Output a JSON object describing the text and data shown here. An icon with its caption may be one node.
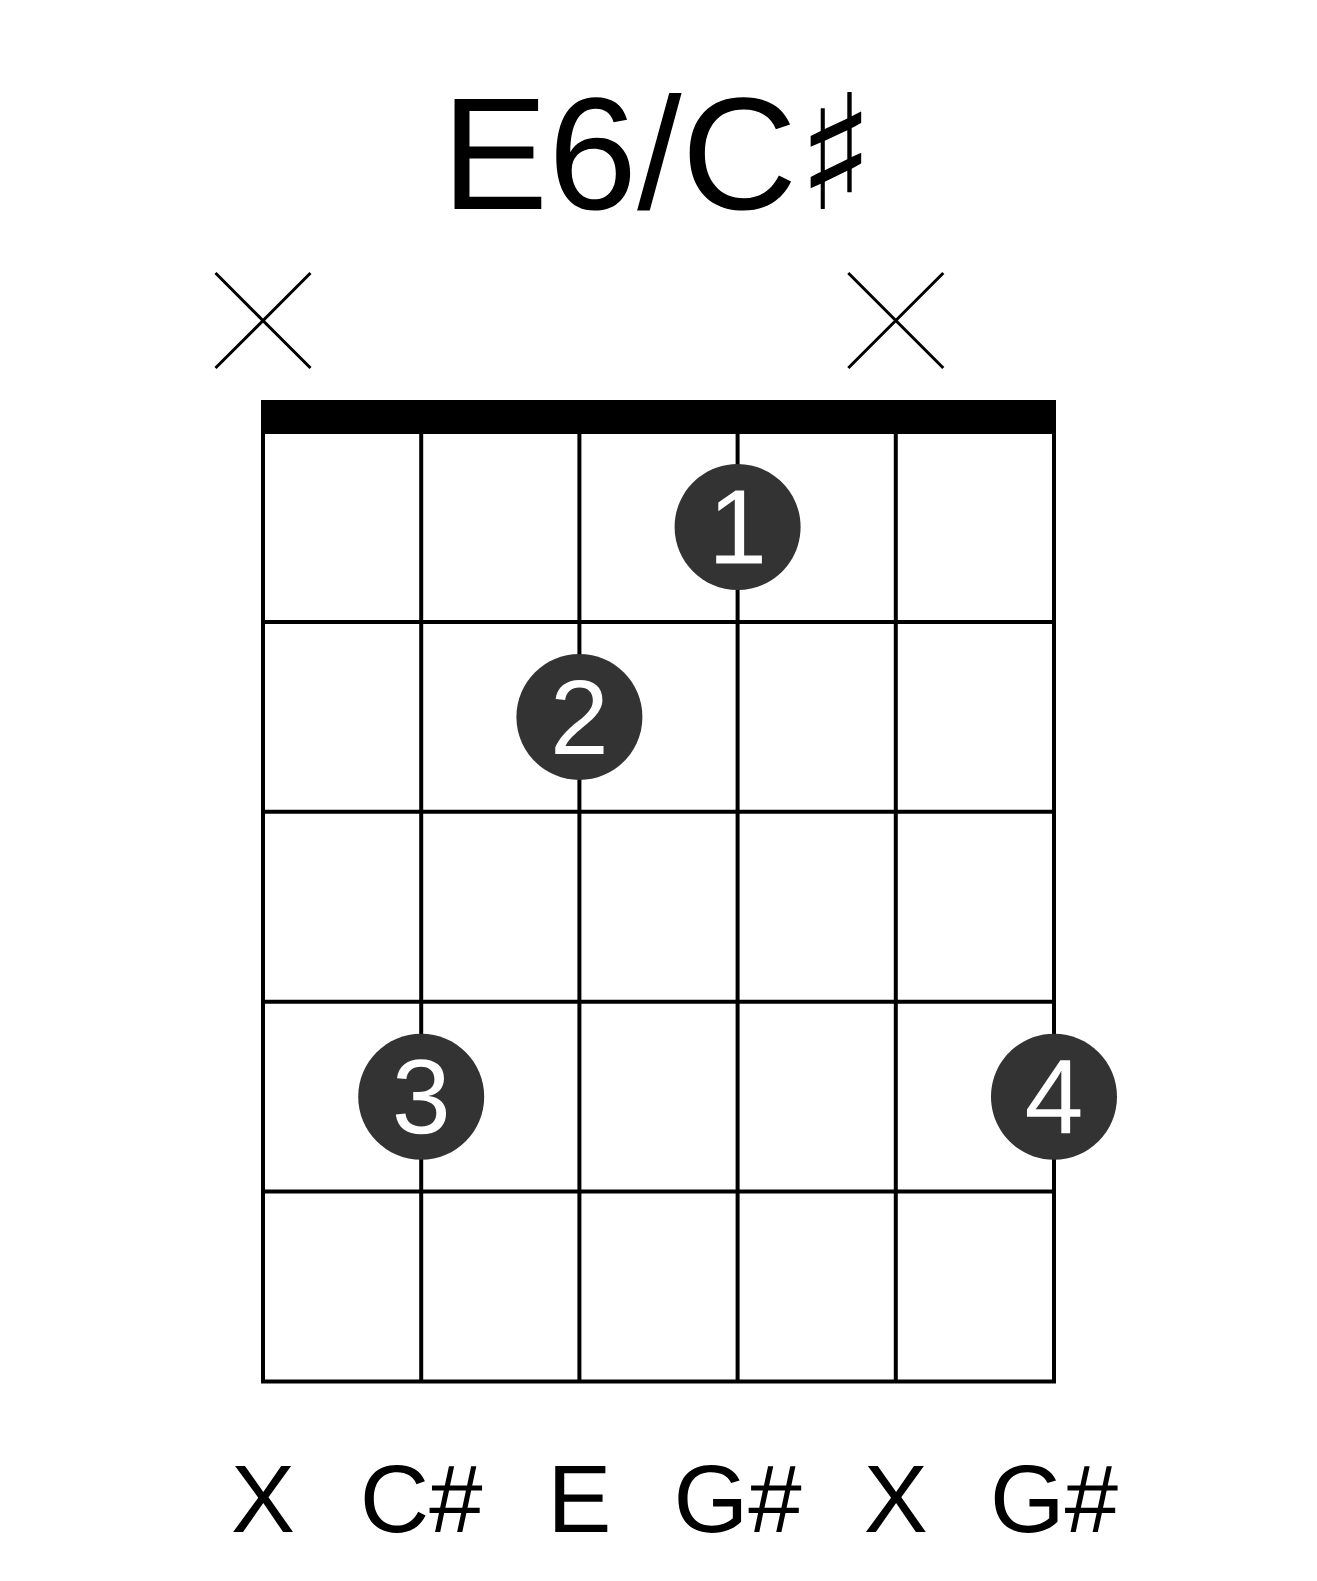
{
  "diagram": {
    "title": "E6/C♯",
    "nodes": [
      {
        "text": [
          "1"
        ]
      },
      {
        "text": [
          "2"
        ]
      },
      {
        "text": [
          "3"
        ]
      },
      {
        "text": [
          "4"
        ]
      }
    ],
    "labels": [
      "X",
      "C#",
      "E",
      "G#",
      "X",
      "G#"
    ]
  }
}
